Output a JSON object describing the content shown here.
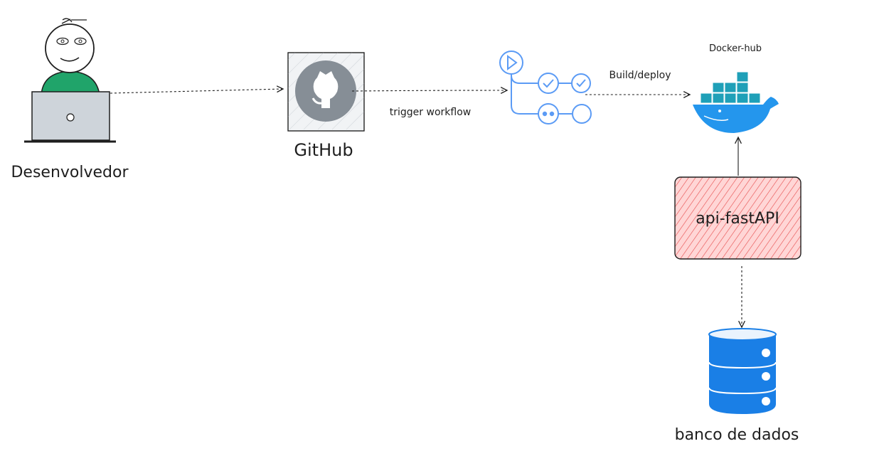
{
  "nodes": {
    "developer": {
      "label": "Desenvolvedor",
      "icon": "developer-laptop-icon"
    },
    "github": {
      "label": "GitHub",
      "icon": "github-octocat-icon"
    },
    "workflow": {
      "icon": "github-actions-workflow-icon"
    },
    "dockerhub": {
      "label": "Docker-hub",
      "icon": "docker-whale-icon"
    },
    "api": {
      "label": "api-fastAPI"
    },
    "database": {
      "label": "banco de dados",
      "icon": "database-cylinder-icon"
    }
  },
  "edges": {
    "trigger": {
      "label": "trigger workflow"
    },
    "build": {
      "label": "Build/deploy"
    }
  },
  "colors": {
    "stroke": "#1e1e1e",
    "developer_shirt": "#20a46a",
    "laptop": "#ced4da",
    "github_circle": "#868e96",
    "actions_blue": "#5b9bf5",
    "docker_blue": "#2496ed",
    "docker_container": "#1fa0b8",
    "api_fill": "#ffc9c9",
    "api_hatch": "#e03131",
    "database_blue": "#1a7fe6"
  }
}
